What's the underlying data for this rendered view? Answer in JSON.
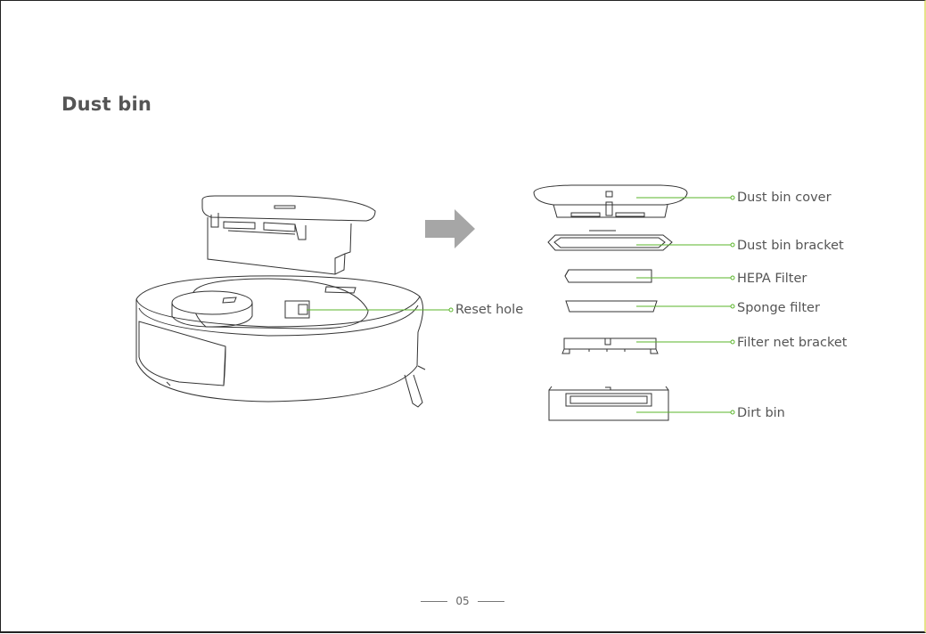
{
  "section_title": "Dust bin",
  "callouts": {
    "reset_hole": "Reset hole",
    "dust_bin_cover": "Dust bin cover",
    "dust_bin_bracket": "Dust bin bracket",
    "hepa_filter": "HEPA Filter",
    "sponge_filter": "Sponge filter",
    "filter_net_bracket": "Filter net bracket",
    "dirt_bin": "Dirt bin"
  },
  "page_number": "05",
  "colors": {
    "leader_line": "#5ab52a",
    "arrow": "#a6a6a6",
    "outline": "#333333",
    "page_border": "#222222",
    "right_edge": "#e6e28a"
  },
  "icons": {
    "direction_arrow": "right-arrow-icon"
  }
}
